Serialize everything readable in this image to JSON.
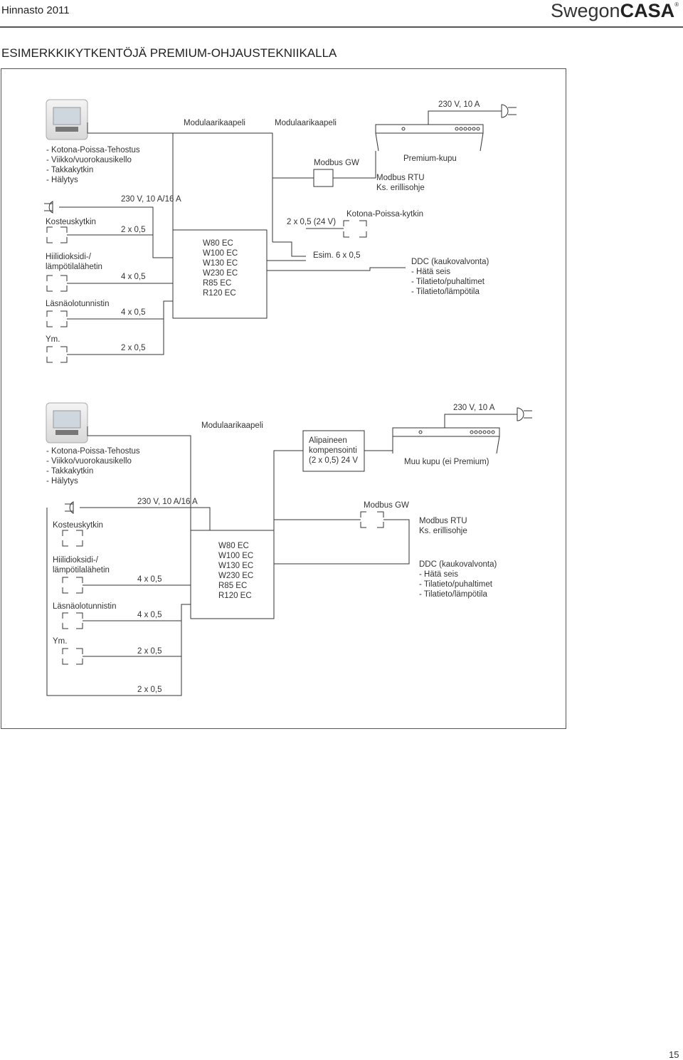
{
  "header": {
    "left": "Hinnasto 2011",
    "brand_light": "Swegon",
    "brand_bold": "CASA",
    "brand_reg": "®"
  },
  "title": "ESIMERKKIKYTKENTÖJÄ PREMIUM-OHJAUSTEKNIIKALLA",
  "page_number": "15",
  "diagram1": {
    "power_label": "230 V, 10 A",
    "cable_label_1": "Modulaarikaapeli",
    "cable_label_2": "Modulaarikaapeli",
    "panel_features": [
      "- Kotona-Poissa-Tehostus",
      "- Viikko/vuorokausikello",
      "- Takkakytkin",
      "- Hälytys"
    ],
    "modbus_gw": "Modbus GW",
    "hood": "Premium-kupu",
    "modbus_rtu": [
      "Modbus RTU",
      "Ks. erillisohje"
    ],
    "input_power": "230 V, 10 A/16 A",
    "kotona_switch": "Kotona-Poissa-kytkin",
    "wire_24v": "2 x 0,5 (24 V)",
    "esim": "Esim. 6 x 0,5",
    "humidity": "Kosteuskytkin",
    "co2": [
      "Hiilidioksidi-/",
      "lämpötilalähetin"
    ],
    "presence": "Läsnäolotunnistin",
    "other": "Ym.",
    "w1": "2 x 0,5",
    "w2": "4 x 0,5",
    "w3": "4 x 0,5",
    "w4": "2 x 0,5",
    "units": [
      "W80 EC",
      "W100 EC",
      "W130 EC",
      "W230 EC",
      "R85 EC",
      "R120 EC"
    ],
    "ddc": [
      "DDC (kaukovalvonta)",
      "- Hätä seis",
      "- Tilatieto/puhaltimet",
      "- Tilatieto/lämpötila"
    ]
  },
  "diagram2": {
    "power_label": "230 V, 10 A",
    "cable_label": "Modulaarikaapeli",
    "panel_features": [
      "- Kotona-Poissa-Tehostus",
      "- Viikko/vuorokausikello",
      "- Takkakytkin",
      "- Hälytys"
    ],
    "alipaine": [
      "Alipaineen",
      "kompensointi",
      "(2 x 0,5) 24 V"
    ],
    "hood": "Muu kupu (ei Premium)",
    "input_power": "230 V, 10 A/16 A",
    "modbus_gw": "Modbus GW",
    "modbus_rtu": [
      "Modbus RTU",
      "Ks. erillisohje"
    ],
    "humidity": "Kosteuskytkin",
    "co2": [
      "Hiilidioksidi-/",
      "lämpötilalähetin"
    ],
    "presence": "Läsnäolotunnistin",
    "other": "Ym.",
    "w2": "4 x 0,5",
    "w3": "4 x 0,5",
    "w4": "2 x 0,5",
    "w5": "2 x 0,5",
    "units": [
      "W80 EC",
      "W100 EC",
      "W130 EC",
      "W230 EC",
      "R85 EC",
      "R120 EC"
    ],
    "ddc": [
      "DDC (kaukovalvonta)",
      "- Hätä seis",
      "- Tilatieto/puhaltimet",
      "- Tilatieto/lämpötila"
    ]
  }
}
